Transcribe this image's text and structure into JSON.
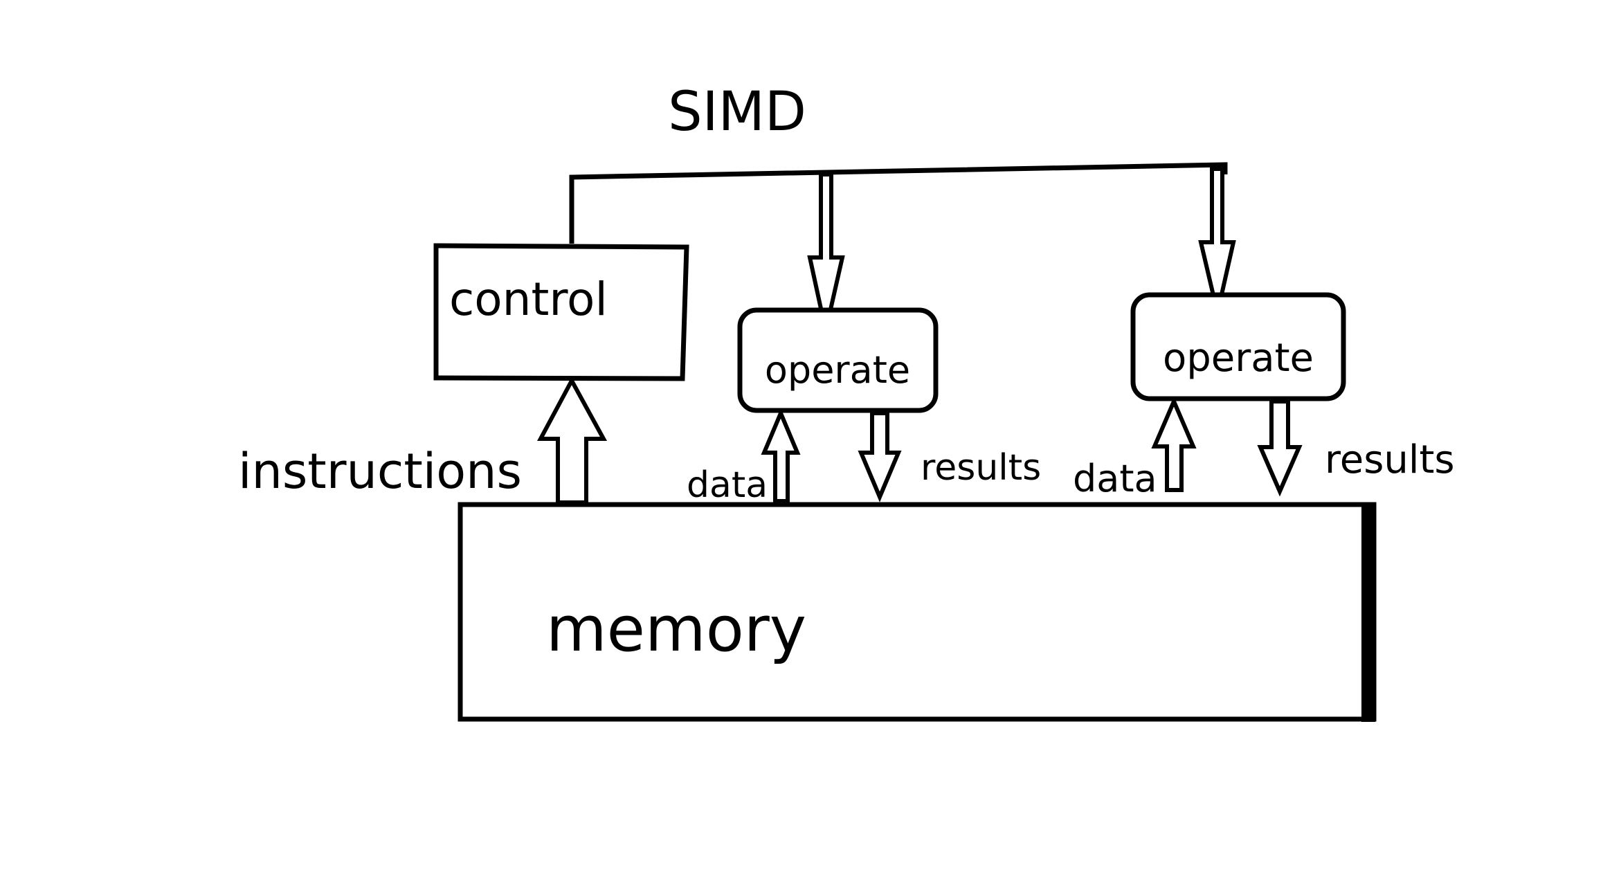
{
  "diagram": {
    "title": "SIMD",
    "control": {
      "label": "control"
    },
    "operate_units": [
      {
        "label": "operate"
      },
      {
        "label": "operate"
      }
    ],
    "memory": {
      "label": "memory"
    },
    "flows": {
      "instructions": "instructions",
      "data_1": "data",
      "results_1": "results",
      "data_2": "data",
      "results_2": "results"
    }
  }
}
